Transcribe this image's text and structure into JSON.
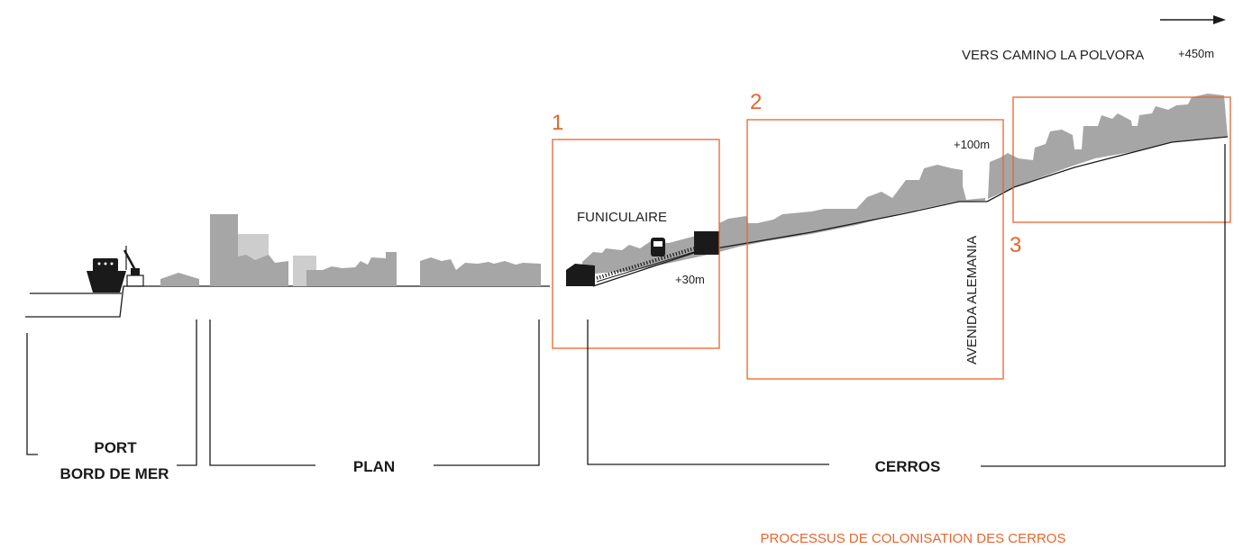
{
  "colors": {
    "accent": "#e8642c",
    "ink": "#1a1a1a",
    "building": "#a6a6a6",
    "building_light": "#cdcdcd"
  },
  "direction": {
    "label": "VERS CAMINO LA POLVORA",
    "altitude": "+450m",
    "icon": "arrow-right-icon"
  },
  "altitudes": {
    "funicular_top": "+30m",
    "avenida": "+100m"
  },
  "places": {
    "funicular": "FUNICULAIRE",
    "avenue": "AVENIDA ALEMANIA"
  },
  "focus_boxes": [
    {
      "number": "1"
    },
    {
      "number": "2"
    },
    {
      "number": "3"
    }
  ],
  "zones": {
    "port_line1": "PORT",
    "port_line2": "BORD DE MER",
    "plan": "PLAN",
    "cerros": "CERROS"
  },
  "caption": "PROCESSUS DE COLONISATION DES CERROS",
  "icons": [
    "ship-icon",
    "crane-icon",
    "funicular-car-icon",
    "funicular-station-icon"
  ]
}
